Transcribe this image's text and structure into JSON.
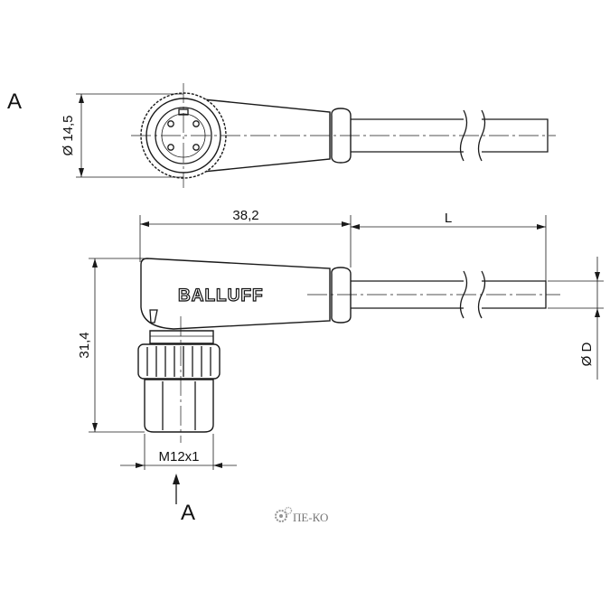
{
  "labels": {
    "view_top": "A",
    "view_arrow": "A",
    "dia_top": "Ø 14,5",
    "length_body": "38,2",
    "length_cable": "L",
    "height": "31,4",
    "thread": "M12x1",
    "dia_cable": "Ø D",
    "brand": "BALLUFF"
  },
  "watermark": {
    "text": "ПЕ-КО",
    "color": "#777777"
  }
}
